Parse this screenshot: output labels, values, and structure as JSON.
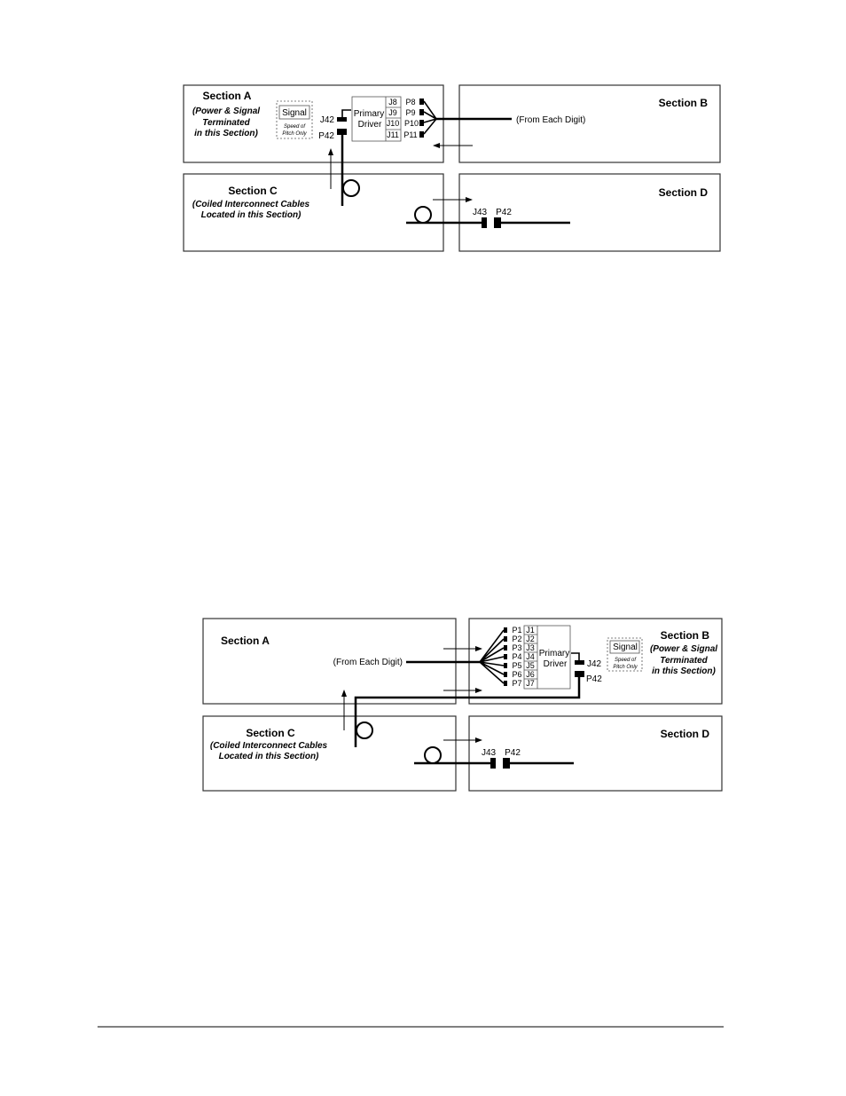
{
  "top": {
    "section_a": "Section A",
    "section_a_note": [
      "(Power & Signal",
      "Terminated",
      "in this Section)"
    ],
    "section_b": "Section B",
    "section_c": "Section C",
    "section_c_note": [
      "(Coiled Interconnect Cables",
      "Located in this Section)"
    ],
    "section_d": "Section D",
    "signal": "Signal",
    "signal_sub": [
      "Speed of",
      "Pitch Only"
    ],
    "primary": "Primary",
    "driver": "Driver",
    "j_ports": [
      "J8",
      "J9",
      "J10",
      "J11"
    ],
    "p_ports": [
      "P8",
      "P9",
      "P10",
      "P11"
    ],
    "from_each_digit": "(From Each Digit)",
    "j42": "J42",
    "p42": "P42",
    "j43": "J43",
    "p42_d": "P42"
  },
  "bottom": {
    "section_a": "Section A",
    "section_b": "Section B",
    "section_b_note": [
      "(Power & Signal",
      "Terminated",
      "in this Section)"
    ],
    "section_c": "Section C",
    "section_c_note": [
      "(Coiled Interconnect Cables",
      "Located in this Section)"
    ],
    "section_d": "Section D",
    "signal": "Signal",
    "signal_sub": [
      "Speed of",
      "Pitch Only"
    ],
    "primary": "Primary",
    "driver": "Driver",
    "j_ports": [
      "J1",
      "J2",
      "J3",
      "J4",
      "J5",
      "J6",
      "J7"
    ],
    "p_ports": [
      "P1",
      "P2",
      "P3",
      "P4",
      "P5",
      "P6",
      "P7"
    ],
    "from_each_digit": "(From Each Digit)",
    "j42": "J42",
    "p42": "P42",
    "j43": "J43",
    "p42_d": "P42"
  }
}
